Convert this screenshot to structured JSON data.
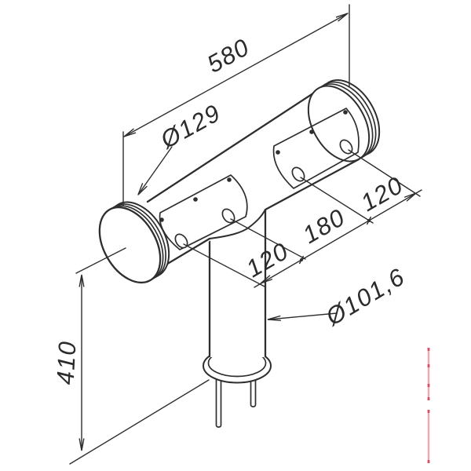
{
  "drawing": {
    "labels": {
      "overall_length": "580",
      "tube_diameter": "Ø129",
      "spacing_left": "120",
      "spacing_center": "180",
      "spacing_right": "120",
      "post_diameter": "Ø101,6",
      "post_height": "410"
    },
    "colors": {
      "line": "#2e2e2e",
      "pink_line": "#f3a6ae",
      "pink_dark": "#d94f63",
      "background": "#ffffff"
    }
  }
}
